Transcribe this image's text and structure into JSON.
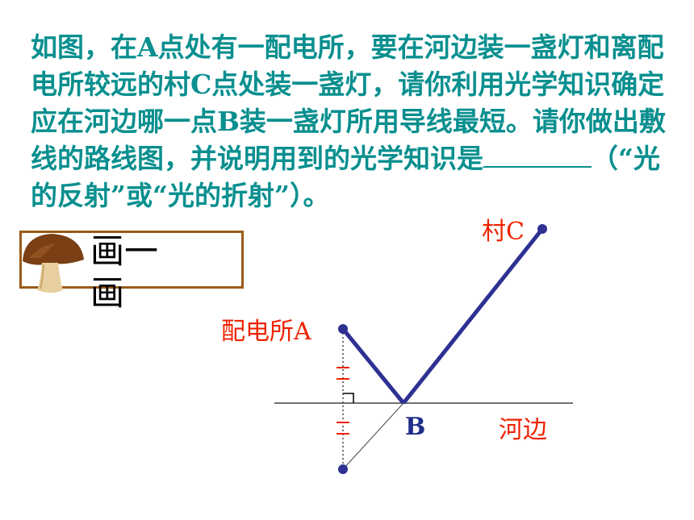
{
  "problem": {
    "part1": "如图，在A点处有一配电所，要在河边装一盏灯和离配电所较远的村C点处装一盏灯，请你利用光学知识确定应在河边哪一点B装一盏灯所用导线最短。请你做出敷线的路线图，并说明用到的光学知识是",
    "part2": "（“光的反射”或“光的折射”）。"
  },
  "button": {
    "label": "画一画"
  },
  "diagram": {
    "label_station": "配电所A",
    "label_village": "村C",
    "label_point_b": "B",
    "label_river": "河边",
    "line_color": "#2e3192",
    "label_color": "#ee2200",
    "mirror_color": "#444444"
  }
}
